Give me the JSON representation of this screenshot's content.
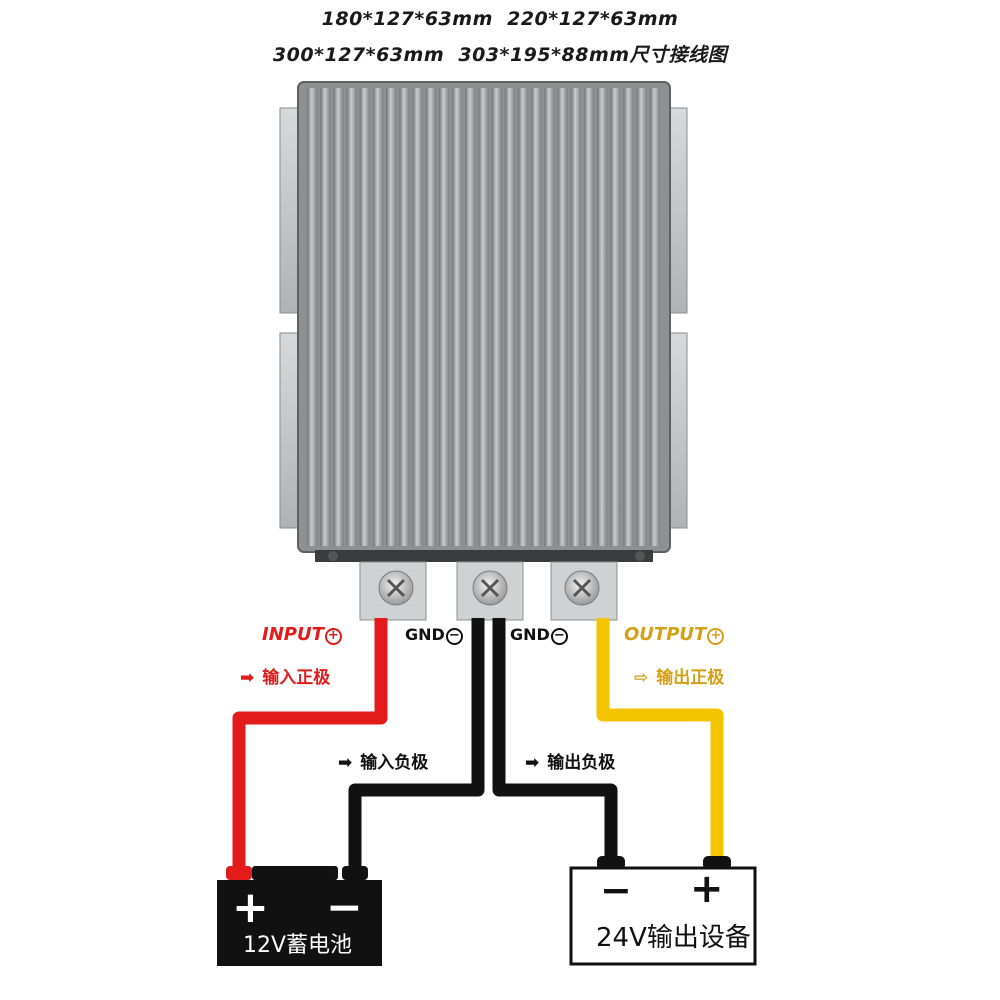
{
  "title": {
    "line1": "180*127*63mm  220*127*63mm",
    "line2": "300*127*63mm  303*195*88mm尺寸接线图"
  },
  "colors": {
    "input_positive": "#e31b1b",
    "ground": "#111111",
    "output_positive": "#f5c400",
    "output_label": "#d4a017",
    "heatsink": "#9a9c9e"
  },
  "terminals": {
    "input_positive": {
      "label": "INPUT",
      "symbol": "+"
    },
    "gnd_left": {
      "label": "GND",
      "symbol": "−"
    },
    "gnd_right": {
      "label": "GND",
      "symbol": "−"
    },
    "output_positive": {
      "label": "OUTPUT",
      "symbol": "+"
    }
  },
  "annotations": {
    "input_positive": "输入正极",
    "input_negative": "输入负极",
    "output_negative": "输出负极",
    "output_positive": "输出正极"
  },
  "battery": {
    "label": "12V蓄电池",
    "positive": "+",
    "negative": "−"
  },
  "device": {
    "label": "24V输出设备",
    "positive": "+",
    "negative": "−"
  }
}
